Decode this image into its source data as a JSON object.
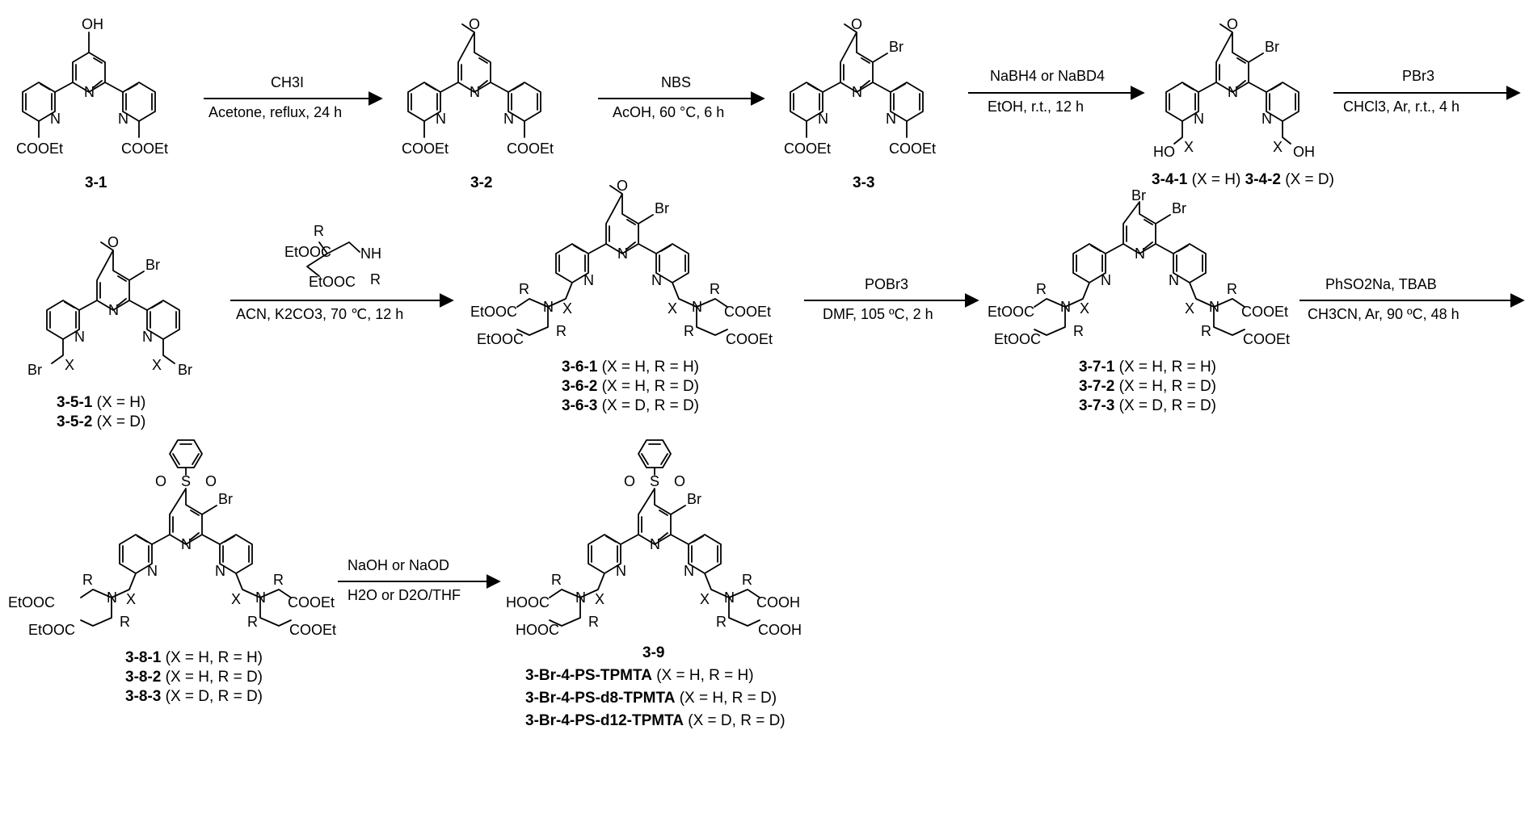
{
  "reactions": [
    {
      "above": "CH3I",
      "below": "Acetone, reflux, 24 h"
    },
    {
      "above": "NBS",
      "below": "AcOH, 60 °C, 6 h"
    },
    {
      "above": "NaBH4 or NaBD4",
      "below": "EtOH, r.t., 12 h"
    },
    {
      "above": "PBr3",
      "below": "CHCl3, Ar, r.t., 4 h"
    },
    {
      "above": "EtOOC–CR2–NH–CR2–COOEt",
      "below": "ACN, K2CO3, 70 ℃, 12 h"
    },
    {
      "above": "POBr3",
      "below": "DMF, 105 ºC, 2 h"
    },
    {
      "above": "PhSO2Na, TBAB",
      "below": "CH3CN, Ar, 90 ºC, 48 h"
    },
    {
      "above": "NaOH or NaOD",
      "below": "H2O or D2O/THF"
    }
  ],
  "compounds": [
    {
      "id": "3-1",
      "top_group": "OH",
      "side_group": "COOEt"
    },
    {
      "id": "3-2",
      "top_group": "OMe",
      "side_group": "COOEt"
    },
    {
      "id": "3-3",
      "top_group": "OMe",
      "side_group": "COOEt",
      "halogen": "Br"
    },
    {
      "ids": [
        "3-4-1",
        "3-4-2"
      ],
      "variants": [
        "(X = H)",
        "(X = D)"
      ],
      "side_group": "CX2OH"
    },
    {
      "ids": [
        "3-5-1",
        "3-5-2"
      ],
      "variants": [
        "(X = H)",
        "(X = D)"
      ],
      "side_group": "CX2Br"
    },
    {
      "ids": [
        "3-6-1",
        "3-6-2",
        "3-6-3"
      ],
      "variants": [
        "(X = H, R = H)",
        "(X = H, R = D)",
        "(X = D, R = D)"
      ]
    },
    {
      "ids": [
        "3-7-1",
        "3-7-2",
        "3-7-3"
      ],
      "variants": [
        "(X = H, R = H)",
        "(X = H, R = D)",
        "(X = D, R = D)"
      ]
    },
    {
      "ids": [
        "3-8-1",
        "3-8-2",
        "3-8-3"
      ],
      "variants": [
        "(X = H, R = H)",
        "(X = H, R = D)",
        "(X = D, R = D)"
      ]
    },
    {
      "id": "3-9",
      "names": [
        "3-Br-4-PS-TPMTA",
        "3-Br-4-PS-d8-TPMTA",
        "3-Br-4-PS-d12-TPMTA"
      ],
      "variants": [
        "(X = H, R = H)",
        "(X = H, R = D)",
        "(X = D, R = D)"
      ]
    }
  ],
  "atom_labels": {
    "n": "N",
    "br": "Br",
    "oh": "OH",
    "ho": "HO",
    "o": "O",
    "s": "S",
    "cooet": "COOEt",
    "etooc": "EtOOC",
    "cooh": "COOH",
    "hooc": "HOOC",
    "x2": "X",
    "r2": "R",
    "nh": "NH",
    "sub2": "2"
  }
}
